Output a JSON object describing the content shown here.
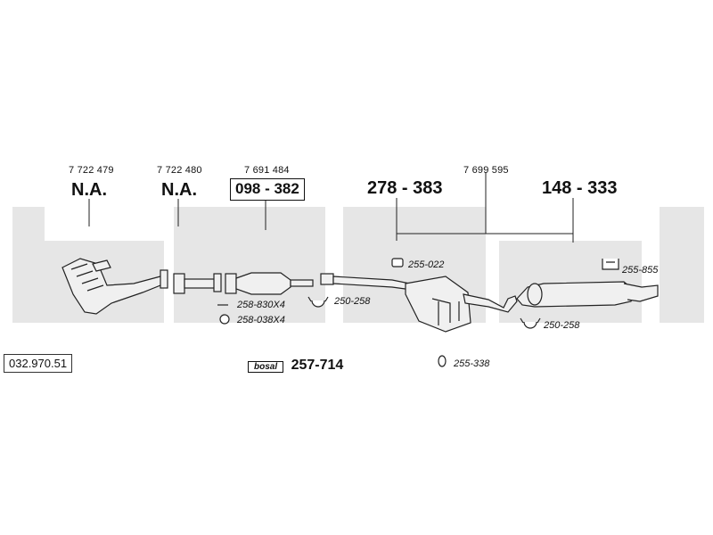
{
  "catalog_number": "032.970.51",
  "parts": {
    "p1": {
      "ref": "7 722 479",
      "code": "N.A."
    },
    "p2": {
      "ref": "7 722 480",
      "code": "N.A."
    },
    "p3": {
      "ref": "7 691 484",
      "code": "098 - 382"
    },
    "p4": {
      "code": "278 - 383"
    },
    "p5": {
      "ref": "7 699 595"
    },
    "p6": {
      "code": "148 - 333"
    }
  },
  "accessories": {
    "a1": "255-022",
    "a2": "250-258",
    "a3": "258-830X4",
    "a4": "258-038X4",
    "a5": "255-338",
    "a6": "250-258",
    "a7": "255-855"
  },
  "kit": {
    "brand": "bosal",
    "code": "257-714"
  },
  "colors": {
    "watermark": "#e6e6e6",
    "line": "#222222",
    "pipe_fill": "#f0f0f0"
  }
}
